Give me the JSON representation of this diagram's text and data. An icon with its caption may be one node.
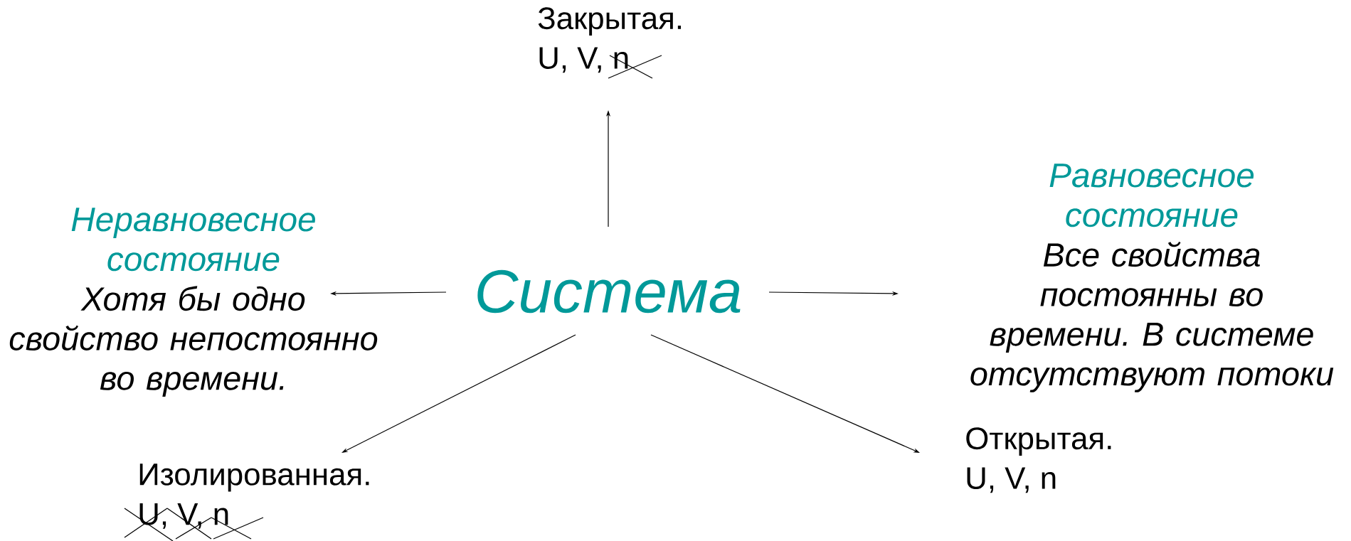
{
  "diagram": {
    "nodes": [
      {
        "text": [
          "Закрытая.",
          "U, V, n"
        ]
      },
      {
        "text": [
          "Неравновесное состояние",
          "Хотя бы одно свойство непостоянно во времени."
        ]
      },
      {
        "text": [
          "Система"
        ]
      },
      {
        "text": [
          "Равновесное состояние",
          "Все свойства постоянны во времени. В системе отсутствуют потоки"
        ]
      },
      {
        "text": [
          "Изолированная.",
          "U, V, n"
        ]
      },
      {
        "text": [
          "Открытая.",
          "U, V, n"
        ]
      }
    ],
    "edges": [
      {
        "from": 2,
        "to": 0,
        "arrow": "to"
      },
      {
        "from": 2,
        "to": 1,
        "arrow": "to"
      },
      {
        "from": 2,
        "to": 3,
        "arrow": "to"
      },
      {
        "from": 2,
        "to": 4,
        "arrow": "to"
      },
      {
        "from": 2,
        "to": 5,
        "arrow": "to"
      }
    ]
  }
}
